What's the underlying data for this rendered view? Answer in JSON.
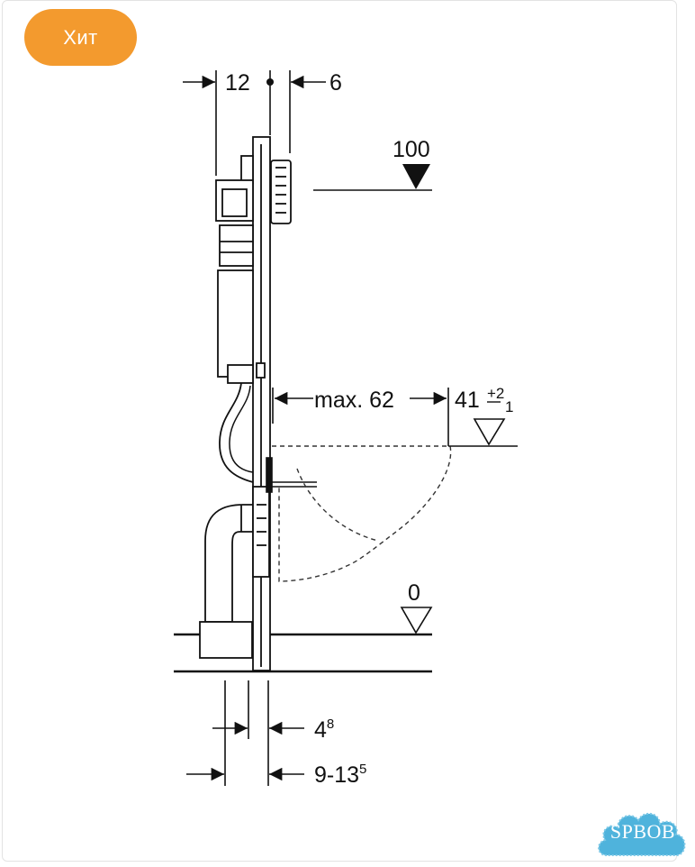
{
  "badge": {
    "label": "Хит",
    "color": "#F39A2E"
  },
  "dimensions": {
    "top_left": "12",
    "top_right": "6",
    "flush_height": "100",
    "max_depth": "max. 62",
    "seat_height": "41",
    "seat_tol_plus": "+2",
    "seat_tol_minus": "1",
    "floor_level": "0",
    "bottom_1_base": "4",
    "bottom_1_sup": "8",
    "bottom_2_base": "9-13",
    "bottom_2_sup": "5"
  },
  "watermark": {
    "text": "SPBOB",
    "color": "#4FB3DC"
  }
}
